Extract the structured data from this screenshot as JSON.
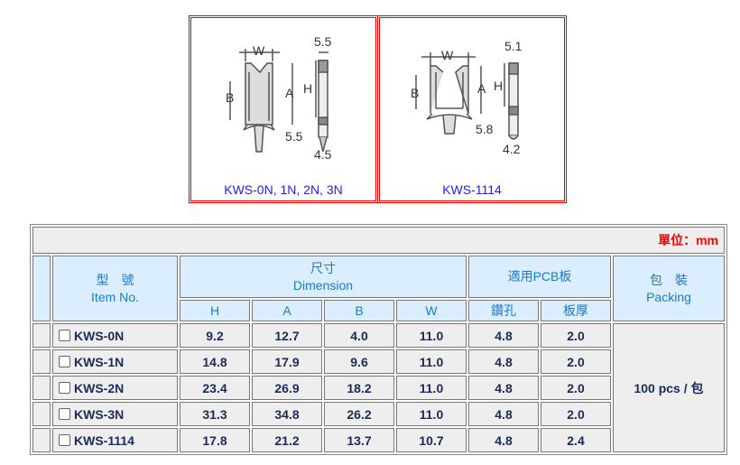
{
  "images": [
    {
      "caption": "KWS-0N, 1N, 2N, 3N",
      "labels": {
        "w": "W",
        "b": "B",
        "a": "A",
        "h": "H",
        "top": "5.5",
        "side": "5.5",
        "bottom": "4.5"
      }
    },
    {
      "caption": "KWS-1114",
      "labels": {
        "w": "W",
        "b": "B",
        "a": "A",
        "h": "H",
        "top": "5.1",
        "side": "5.8",
        "bottom": "4.2"
      }
    }
  ],
  "table": {
    "unit": "單位：mm",
    "headers": {
      "item_zh": "型　號",
      "item_en": "Item No.",
      "dim_zh": "尺寸",
      "dim_en": "Dimension",
      "pcb": "適用PCB板",
      "pack_zh": "包　裝",
      "pack_en": "Packing",
      "h": "H",
      "a": "A",
      "b": "B",
      "w": "W",
      "hole": "鑽孔",
      "thick": "板厚"
    },
    "packing": "100 pcs / 包",
    "rows": [
      {
        "item": "KWS-0N",
        "h": "9.2",
        "a": "12.7",
        "b": "4.0",
        "w": "11.0",
        "hole": "4.8",
        "thick": "2.0"
      },
      {
        "item": "KWS-1N",
        "h": "14.8",
        "a": "17.9",
        "b": "9.6",
        "w": "11.0",
        "hole": "4.8",
        "thick": "2.0"
      },
      {
        "item": "KWS-2N",
        "h": "23.4",
        "a": "26.9",
        "b": "18.2",
        "w": "11.0",
        "hole": "4.8",
        "thick": "2.0"
      },
      {
        "item": "KWS-3N",
        "h": "31.3",
        "a": "34.8",
        "b": "26.2",
        "w": "11.0",
        "hole": "4.8",
        "thick": "2.0"
      },
      {
        "item": "KWS-1114",
        "h": "17.8",
        "a": "21.2",
        "b": "13.7",
        "w": "10.7",
        "hole": "4.8",
        "thick": "2.4"
      }
    ]
  }
}
